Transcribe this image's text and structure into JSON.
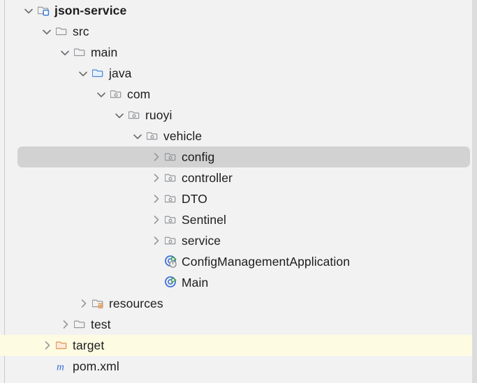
{
  "panel": {
    "name": "project-tool-window",
    "background_color": "#f2f2f2",
    "selection_color": "#d2d2d2",
    "highlight_color": "#fdfce3",
    "text_color": "#1c1c1e"
  },
  "tree": {
    "rows": [
      {
        "label": "json-service",
        "icon": "module-folder-icon",
        "twisty": "chevron-down-icon",
        "depth": 0,
        "bold": true,
        "selected": false,
        "highlight": false
      },
      {
        "label": "src",
        "icon": "folder-icon",
        "twisty": "chevron-down-icon",
        "depth": 1,
        "bold": false,
        "selected": false,
        "highlight": false
      },
      {
        "label": "main",
        "icon": "folder-icon",
        "twisty": "chevron-down-icon",
        "depth": 2,
        "bold": false,
        "selected": false,
        "highlight": false
      },
      {
        "label": "java",
        "icon": "source-root-folder-icon",
        "twisty": "chevron-down-icon",
        "depth": 3,
        "bold": false,
        "selected": false,
        "highlight": false
      },
      {
        "label": "com",
        "icon": "package-icon",
        "twisty": "chevron-down-icon",
        "depth": 4,
        "bold": false,
        "selected": false,
        "highlight": false
      },
      {
        "label": "ruoyi",
        "icon": "package-icon",
        "twisty": "chevron-down-icon",
        "depth": 5,
        "bold": false,
        "selected": false,
        "highlight": false
      },
      {
        "label": "vehicle",
        "icon": "package-icon",
        "twisty": "chevron-down-icon",
        "depth": 6,
        "bold": false,
        "selected": false,
        "highlight": false
      },
      {
        "label": "config",
        "icon": "package-icon",
        "twisty": "chevron-right-icon",
        "depth": 7,
        "bold": false,
        "selected": true,
        "highlight": false
      },
      {
        "label": "controller",
        "icon": "package-icon",
        "twisty": "chevron-right-icon",
        "depth": 7,
        "bold": false,
        "selected": false,
        "highlight": false
      },
      {
        "label": "DTO",
        "icon": "package-icon",
        "twisty": "chevron-right-icon",
        "depth": 7,
        "bold": false,
        "selected": false,
        "highlight": false
      },
      {
        "label": "Sentinel",
        "icon": "package-icon",
        "twisty": "chevron-right-icon",
        "depth": 7,
        "bold": false,
        "selected": false,
        "highlight": false
      },
      {
        "label": "service",
        "icon": "package-icon",
        "twisty": "chevron-right-icon",
        "depth": 7,
        "bold": false,
        "selected": false,
        "highlight": false
      },
      {
        "label": "ConfigManagementApplication",
        "icon": "spring-boot-runnable-class-icon",
        "twisty": "none",
        "depth": 7,
        "bold": false,
        "selected": false,
        "highlight": false
      },
      {
        "label": "Main",
        "icon": "runnable-class-icon",
        "twisty": "none",
        "depth": 7,
        "bold": false,
        "selected": false,
        "highlight": false
      },
      {
        "label": "resources",
        "icon": "resources-root-folder-icon",
        "twisty": "chevron-right-icon",
        "depth": 3,
        "bold": false,
        "selected": false,
        "highlight": false
      },
      {
        "label": "test",
        "icon": "folder-icon",
        "twisty": "chevron-right-icon",
        "depth": 2,
        "bold": false,
        "selected": false,
        "highlight": false
      },
      {
        "label": "target",
        "icon": "excluded-folder-icon",
        "twisty": "chevron-right-icon",
        "depth": 1,
        "bold": false,
        "selected": false,
        "highlight": true
      },
      {
        "label": "pom.xml",
        "icon": "maven-pom-icon",
        "twisty": "none",
        "depth": 1,
        "bold": false,
        "selected": false,
        "highlight": false
      }
    ]
  }
}
